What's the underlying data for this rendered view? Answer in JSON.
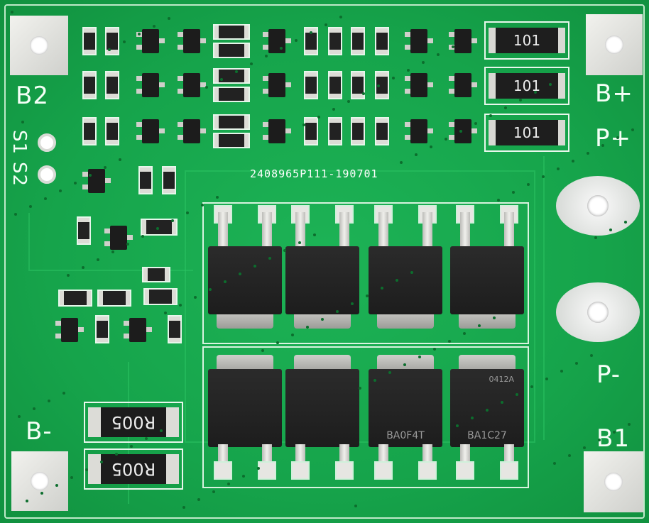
{
  "board": {
    "silkscreen_labels": {
      "b2": "B2",
      "b_plus": "B+",
      "p_plus": "P+",
      "s1": "S1",
      "s2": "S2",
      "b_minus": "B-",
      "p_minus": "P-",
      "b1": "B1"
    },
    "board_code": "2408965P111-190701",
    "balance_resistors": [
      "101",
      "101",
      "101"
    ],
    "shunt_resistors": [
      "R005",
      "R005"
    ],
    "mosfet_markings": {
      "bottom_3": "BA0F4T",
      "bottom_4_top": "0412A",
      "bottom_4": "BA1C27"
    },
    "colors": {
      "pcb": "#16a44b",
      "silkscreen": "#f4fff6",
      "pad": "#e0e0dc",
      "component": "#1d1d1d"
    }
  }
}
